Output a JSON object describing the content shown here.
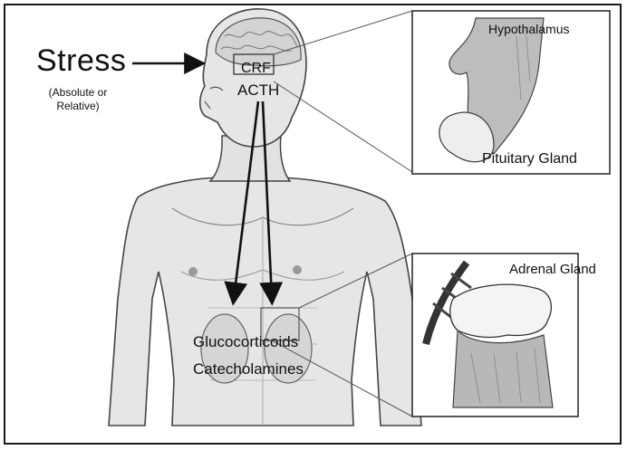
{
  "diagram": {
    "stress": {
      "title": "Stress",
      "subtitle_line1": "(Absolute or",
      "subtitle_line2": "Relative)"
    },
    "hormones_brain": {
      "crf": "CRF",
      "acth": "ACTH"
    },
    "insets": {
      "hypothalamus": "Hypothalamus",
      "pituitary": "Pituitary Gland",
      "adrenal": "Adrenal Gland"
    },
    "hormones_adrenal": {
      "glucocorticoids": "Glucocorticoids",
      "catecholamines": "Catecholamines"
    },
    "colors": {
      "ink": "#111111",
      "skin": "#e4e4e4",
      "shade": "#c8c8c8"
    }
  }
}
